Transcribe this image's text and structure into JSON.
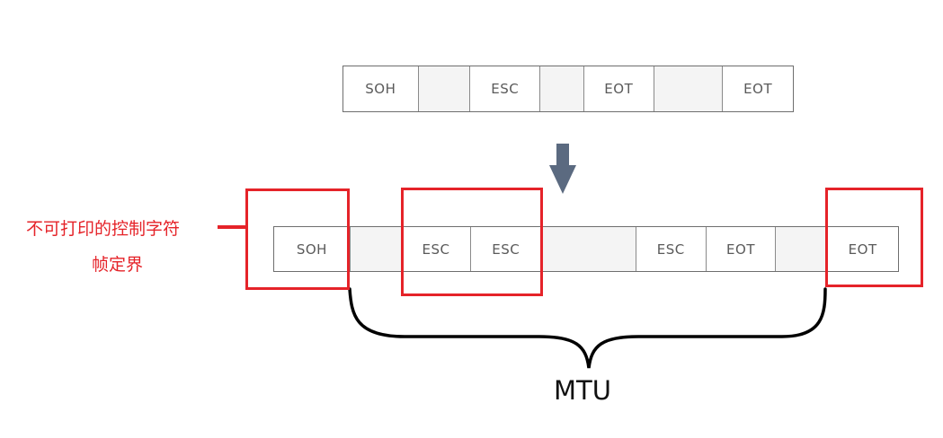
{
  "top_frame": {
    "cells": [
      {
        "text": "SOH",
        "w": 84
      },
      {
        "text": "",
        "w": 58
      },
      {
        "text": "ESC",
        "w": 78
      },
      {
        "text": "",
        "w": 49
      },
      {
        "text": "EOT",
        "w": 78
      },
      {
        "text": "",
        "w": 77
      },
      {
        "text": "EOT",
        "w": 78
      }
    ]
  },
  "bottom_frame": {
    "cells": [
      {
        "text": "SOH",
        "w": 85
      },
      {
        "text": "",
        "w": 57
      },
      {
        "text": "ESC",
        "w": 78
      },
      {
        "text": "ESC",
        "w": 78
      },
      {
        "text": "",
        "w": 106
      },
      {
        "text": "ESC",
        "w": 78
      },
      {
        "text": "EOT",
        "w": 78
      },
      {
        "text": "",
        "w": 57
      },
      {
        "text": "EOT",
        "w": 79
      }
    ]
  },
  "annotation": {
    "line1": "不可打印的控制字符",
    "line2": "帧定界"
  },
  "brace_label": "MTU",
  "colors": {
    "highlight": "#e52329",
    "arrow": "#5b6a80",
    "cell_border": "#8a8a8a",
    "cell_text": "#5a5a5a"
  }
}
